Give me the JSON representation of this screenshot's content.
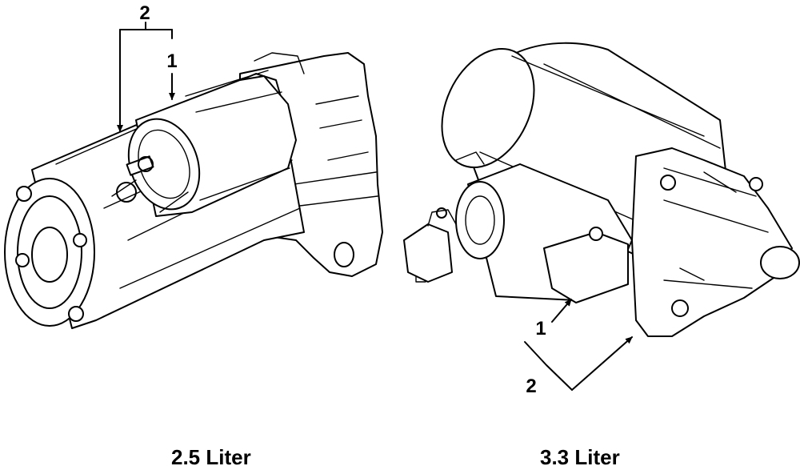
{
  "diagram": {
    "left_assembly": {
      "caption": "2.5 Liter",
      "callouts": {
        "part1": "1",
        "part2": "2"
      }
    },
    "right_assembly": {
      "caption": "3.3 Liter",
      "callouts": {
        "part1": "1",
        "part2": "2"
      }
    }
  }
}
